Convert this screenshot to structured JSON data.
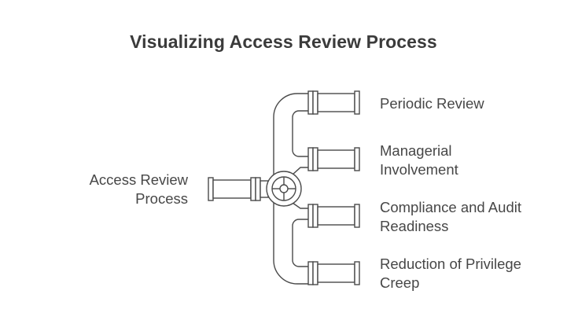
{
  "title": "Visualizing Access Review Process",
  "source": {
    "lines": [
      "Access Review",
      "Process"
    ]
  },
  "branches": [
    {
      "lines": [
        "Periodic Review"
      ]
    },
    {
      "lines": [
        "Managerial",
        "Involvement"
      ]
    },
    {
      "lines": [
        "Compliance and Audit",
        "Readiness"
      ]
    },
    {
      "lines": [
        "Reduction of Privilege",
        "Creep"
      ]
    }
  ],
  "colors": {
    "stroke": "#4a4a4a",
    "text": "#474747",
    "title": "#3b3b3b"
  }
}
